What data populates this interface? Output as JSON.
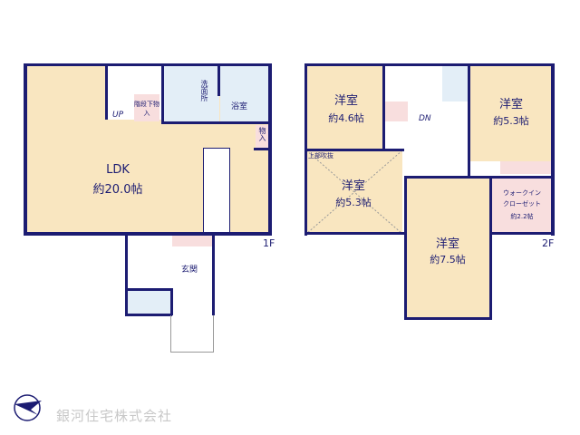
{
  "floor1": {
    "label": "1F",
    "rooms": {
      "ldk": {
        "name": "LDK",
        "size": "約20.0帖"
      },
      "washroom": "洗面所",
      "bath": "浴室",
      "under_stair_storage": "階段下物入",
      "storage": "物入",
      "entrance": "玄関",
      "stairs": "UP"
    }
  },
  "floor2": {
    "label": "2F",
    "rooms": {
      "room_a": {
        "name": "洋室",
        "size": "約4.6帖"
      },
      "room_b": {
        "name": "洋室",
        "size": "約5.3帖"
      },
      "room_c": {
        "name": "洋室",
        "size": "約5.3帖",
        "note": "上部吹抜"
      },
      "room_d": {
        "name": "洋室",
        "size": "約7.5帖"
      },
      "wic": {
        "name1": "ウォークイン",
        "name2": "クローゼット",
        "size": "約2.2帖"
      },
      "stairs": "DN"
    }
  },
  "company": {
    "name": "銀河住宅株式会社"
  }
}
